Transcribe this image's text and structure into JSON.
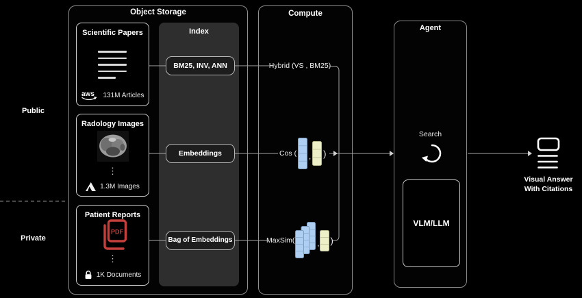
{
  "zones": {
    "public_label": "Public",
    "private_label": "Private"
  },
  "object_storage": {
    "title": "Object Storage",
    "index": {
      "title": "Index",
      "pills": [
        {
          "label": "BM25, INV, ANN"
        },
        {
          "label": "Embeddings"
        },
        {
          "label": "Bag of Embeddings"
        }
      ]
    },
    "cards": [
      {
        "title": "Scientific Papers",
        "logo_text": "aws",
        "count": "131M Articles"
      },
      {
        "title": "Radology Images",
        "count": "1.3M Images",
        "ellipsis": "⋮"
      },
      {
        "title": "Patient Reports",
        "doc_label": "PDF",
        "count": "1K Documents",
        "ellipsis": "⋮"
      }
    ]
  },
  "compute": {
    "title": "Compute",
    "hybrid_label": "Hybrid (VS , BM25)",
    "cos": {
      "prefix": "Cos (",
      "comma": ",",
      "suffix": ")"
    },
    "maxsim": {
      "prefix": "MaxSim(",
      "comma": ",",
      "suffix": ")"
    }
  },
  "agent": {
    "title": "Agent",
    "search_label": "Search",
    "model_label": "VLM/LLM"
  },
  "output": {
    "line1": "Visual Answer",
    "line2": "With Citations"
  },
  "colors": {
    "vector_blue": "#aecff2",
    "vector_yellow": "#edf0c6",
    "vector_blue_stroke": "#7d9cbd",
    "vector_yellow_stroke": "#c0c29a",
    "pdf_red": "#c4403c",
    "connector": "#a6a6a6",
    "index_bg": "#2e2e2e"
  }
}
